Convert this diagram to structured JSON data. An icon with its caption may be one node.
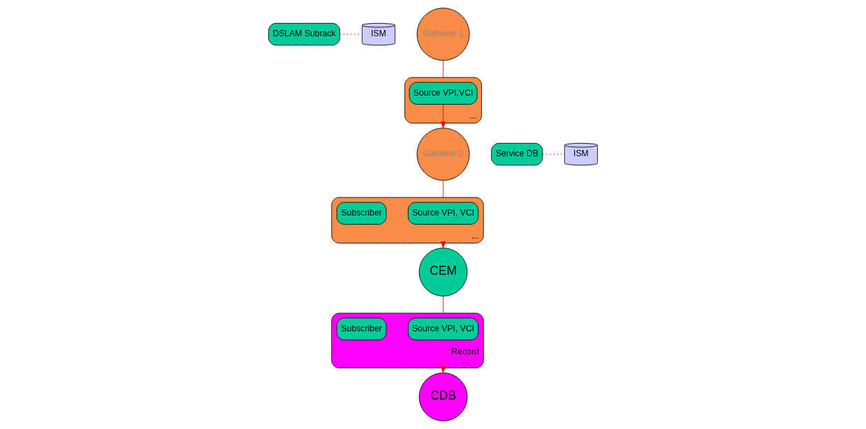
{
  "diagram": {
    "nodes": [
      {
        "text": [
          "DSLAM Subrack"
        ]
      },
      {
        "text": [
          "ISM"
        ]
      },
      {
        "text": [
          "Gatherer 1"
        ]
      },
      {
        "text": [
          "..."
        ]
      },
      {
        "text": [
          "Source VPI,VCI"
        ],
        "in": 3
      },
      {
        "text": [
          "Service DB"
        ]
      },
      {
        "text": [
          "ISM"
        ]
      },
      {
        "text": [
          "Gatherer 2"
        ]
      },
      {
        "text": [
          "..."
        ]
      },
      {
        "text": [
          "Source VPI, VCI"
        ],
        "in": 8
      },
      {
        "text": [
          "Subscriber"
        ],
        "in": 8
      },
      {
        "text": [
          "CEM"
        ]
      },
      {
        "text": [
          "CDB"
        ]
      },
      {
        "text": [
          "Record",
          "..."
        ]
      },
      {
        "text": [
          "Source VPI, VCI"
        ],
        "in": 13
      },
      {
        "text": [
          "Subscriber"
        ],
        "in": 13
      }
    ],
    "edges": [
      {
        "from": 0,
        "to": 1,
        "arrow": "none",
        "style": "dashed"
      },
      {
        "from": 2,
        "to": 3,
        "arrow": "none"
      },
      {
        "from": 4,
        "to": 7,
        "arrow": "to"
      },
      {
        "from": 5,
        "to": 6,
        "arrow": "none",
        "style": "dashed"
      },
      {
        "from": 7,
        "to": 8,
        "arrow": "none"
      },
      {
        "from": 8,
        "to": 11,
        "arrow": "to"
      },
      {
        "from": 11,
        "to": 13,
        "arrow": "none"
      },
      {
        "from": 13,
        "to": 12,
        "arrow": "to"
      }
    ]
  }
}
